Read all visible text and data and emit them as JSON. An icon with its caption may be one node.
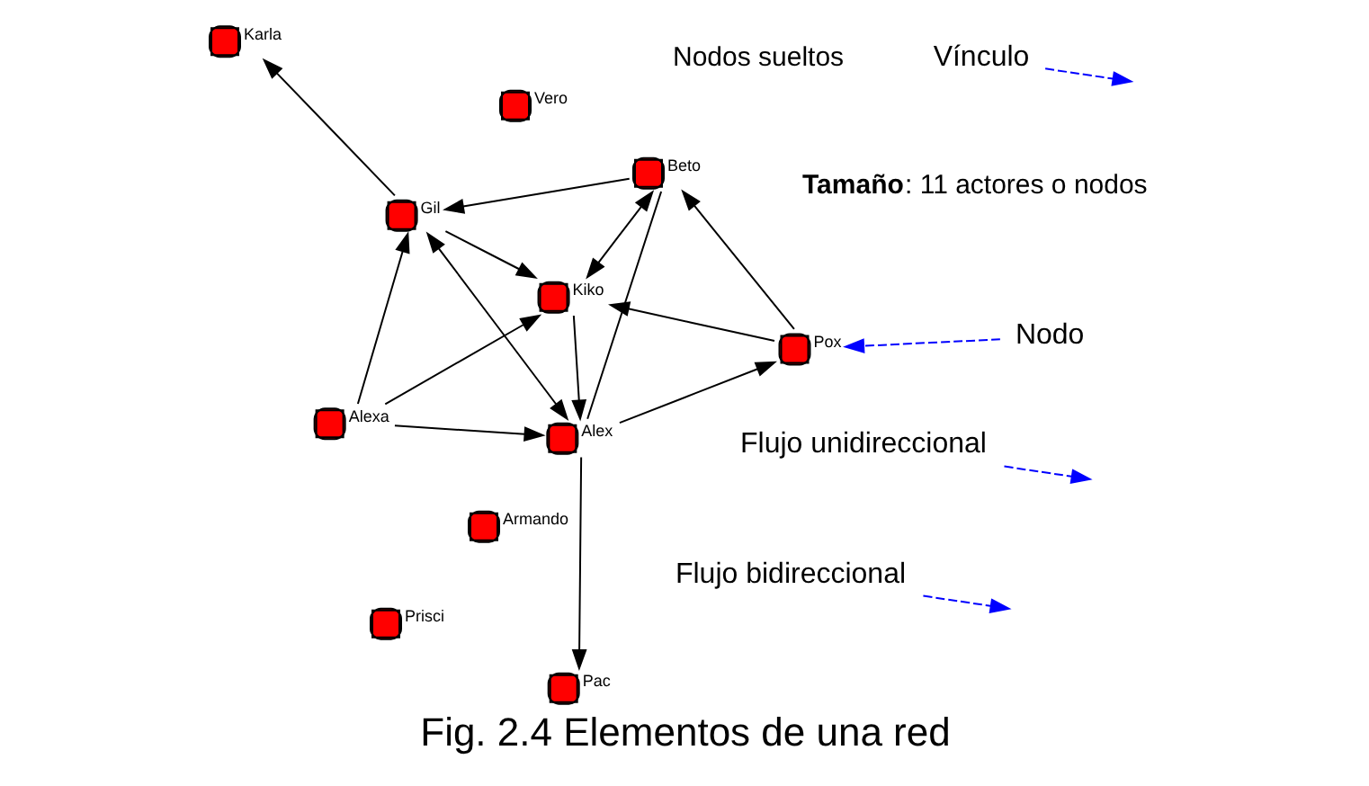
{
  "diagram": {
    "caption": "Fig. 2.4 Elementos de una red",
    "nodes": [
      {
        "text": [],
        "shape": "circle",
        "beside": [
          "Vero"
        ]
      },
      {
        "text": [],
        "shape": "circle",
        "beside": [
          "Prisci"
        ]
      },
      {
        "text": [],
        "shape": "circle",
        "beside": [
          "Armando"
        ]
      },
      {
        "text": [],
        "shape": "circle",
        "beside": [
          "Alexa"
        ]
      },
      {
        "text": [
          "Nodo"
        ]
      },
      {
        "text": [],
        "shape": "circle",
        "beside": [
          "Kiko"
        ]
      },
      {
        "text": [],
        "shape": "circle",
        "beside": [
          "Pox"
        ]
      },
      {
        "text": [
          "Vínculo"
        ]
      },
      {
        "text": [],
        "shape": "circle",
        "beside": [
          "Karla"
        ]
      },
      {
        "text": [],
        "shape": "circle",
        "beside": [
          "Gil"
        ]
      },
      {
        "text": [
          "Flujo unidireccional"
        ]
      },
      {
        "text": [],
        "shape": "circle",
        "beside": [
          "Beto"
        ]
      },
      {
        "text": [],
        "shape": "circle",
        "beside": [
          "Alex"
        ]
      },
      {
        "text": [
          "Flujo bidireccional"
        ]
      },
      {
        "text": [],
        "shape": "circle",
        "beside": [
          "Pac"
        ]
      }
    ],
    "edges": [
      {
        "from": 3,
        "to": 5,
        "arrow": "to"
      },
      {
        "from": 3,
        "to": 9,
        "arrow": "to"
      },
      {
        "from": 3,
        "to": 12,
        "arrow": "to"
      },
      {
        "from": 6,
        "to": 5,
        "arrow": "to"
      },
      {
        "from": 9,
        "to": 5,
        "arrow": "to"
      },
      {
        "from": 5,
        "to": 11,
        "arrow": "both"
      },
      {
        "from": 5,
        "to": 12,
        "arrow": "to"
      },
      {
        "from": 12,
        "to": 6,
        "arrow": "to"
      },
      {
        "from": 6,
        "to": 11,
        "arrow": "to"
      },
      {
        "from": 11,
        "to": 9,
        "arrow": "to"
      },
      {
        "from": 9,
        "to": 12,
        "arrow": "both"
      },
      {
        "from": 11,
        "to": 12,
        "arrow": "none"
      },
      {
        "from": 9,
        "to": 8,
        "arrow": "to"
      },
      {
        "from": 12,
        "to": 14,
        "arrow": "to"
      },
      {
        "from": 4,
        "to": 6,
        "arrow": "to",
        "style": "dashed",
        "color": "#0000ff"
      },
      {
        "from": 7,
        "to": null,
        "arrow": "to",
        "style": "dashed",
        "color": "#0000ff"
      },
      {
        "from": 10,
        "to": null,
        "arrow": "to",
        "style": "dashed",
        "color": "#0000ff"
      },
      {
        "from": 13,
        "to": null,
        "arrow": "to",
        "style": "dashed",
        "color": "#0000ff"
      }
    ],
    "labels": [
      "Nodos sueltos",
      "**Tamaño**: 11 actores o nodos"
    ]
  }
}
